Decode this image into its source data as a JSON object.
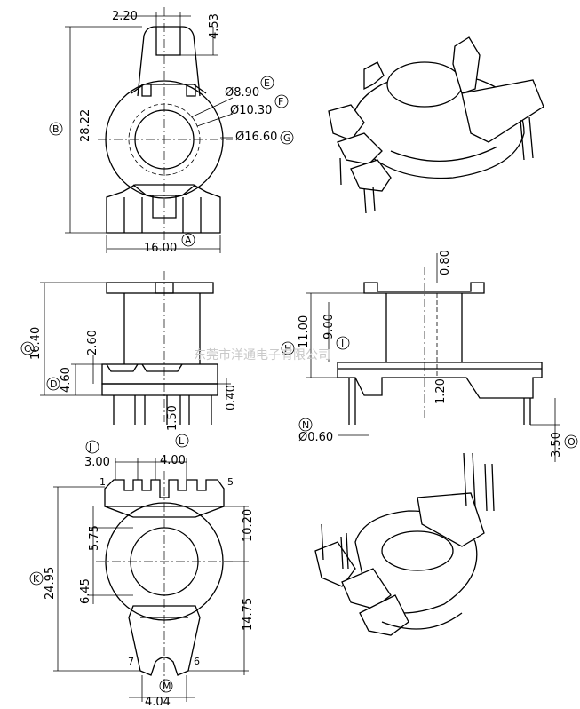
{
  "top_view": {
    "dims": {
      "slot_width": "2.20",
      "slot_depth": "4.53",
      "height": "28.22",
      "width": "16.00"
    },
    "diameters": {
      "d1": "Ø8.90",
      "d2": "Ø10.30",
      "d3": "Ø16.60"
    },
    "markers": {
      "A": "A",
      "B": "B",
      "E": "E",
      "F": "F",
      "G": "G"
    }
  },
  "front_view": {
    "dims": {
      "total_height": "16.40",
      "flange": "2.60",
      "base_height": "4.60",
      "gap": "0.40",
      "pin_pitch": "1.50"
    },
    "markers": {
      "C": "C",
      "D": "D"
    }
  },
  "side_view": {
    "dims": {
      "flange_thk": "0.80",
      "inner_h": "9.00",
      "outer_h": "11.00",
      "offset": "1.20",
      "pin_len": "3.50",
      "pin_dia": "Ø0.60"
    },
    "markers": {
      "H": "H",
      "I": "I",
      "N": "N",
      "O": "O"
    }
  },
  "bottom_view": {
    "dims": {
      "pitch1": "3.00",
      "pitch2": "4.00",
      "upper": "10.20",
      "hole": "5.75",
      "lower_hole": "6.45",
      "total": "24.95",
      "lower": "14.75",
      "bottom_width": "4.04"
    },
    "pins": {
      "p1": "1",
      "p5": "5",
      "p6": "6",
      "p7": "7"
    },
    "markers": {
      "J": "J",
      "L": "L",
      "K": "K",
      "M": "M"
    }
  },
  "watermark": "东莞市洋通电子有限公司"
}
